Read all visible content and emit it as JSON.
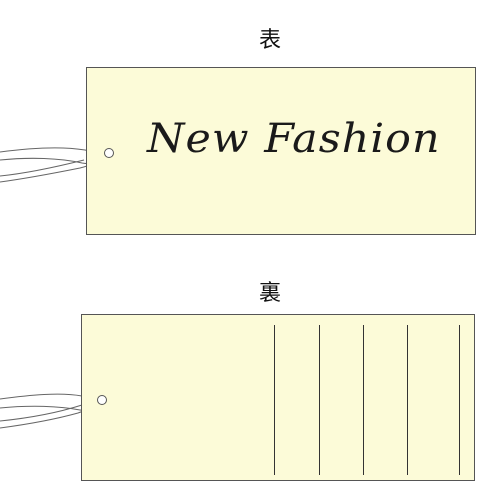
{
  "front": {
    "label": "表",
    "tag_text": "New Fashion"
  },
  "back": {
    "label": "裏"
  },
  "colors": {
    "tag_fill": "#fcfbd8",
    "outline": "#555555"
  }
}
